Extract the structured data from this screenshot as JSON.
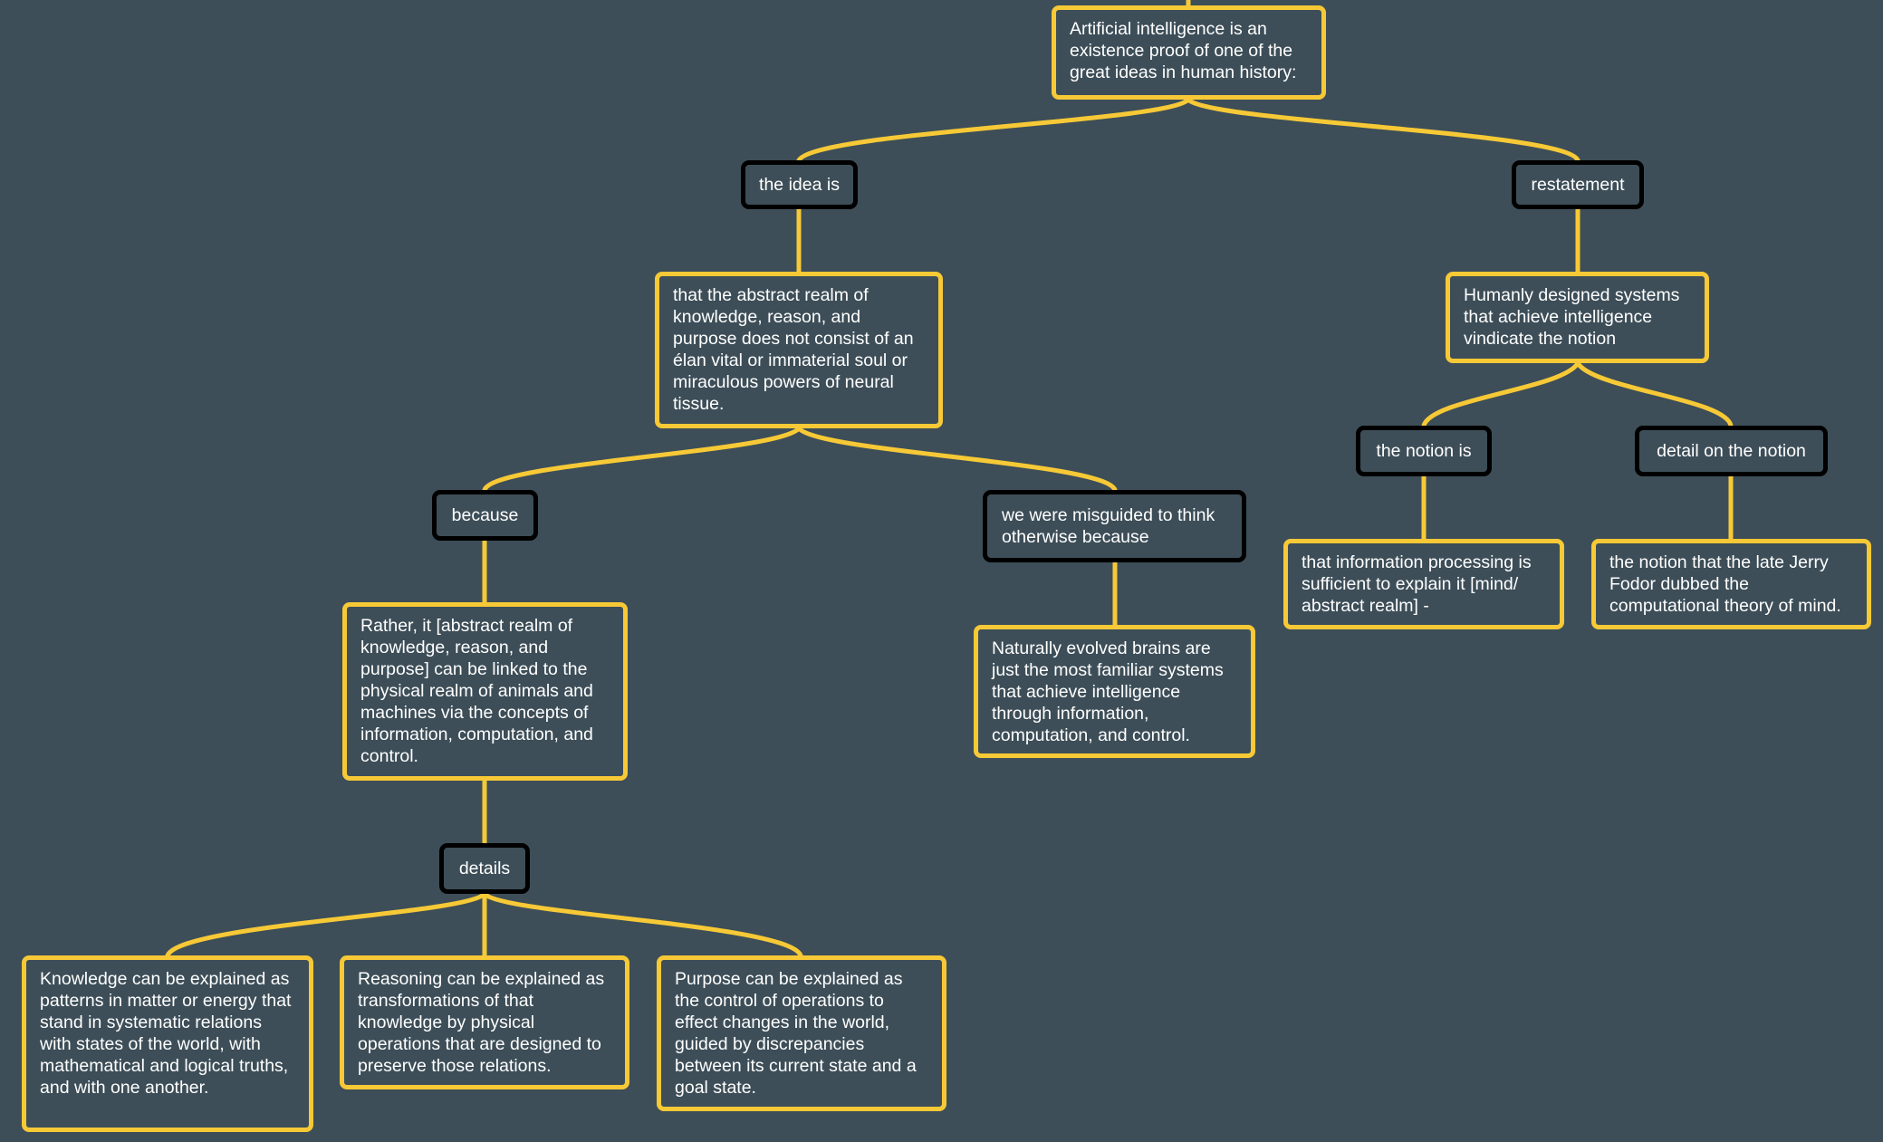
{
  "colors": {
    "background": "#3d4e58",
    "connector": "#f7c936",
    "concept_border": "#f7c936",
    "link_border": "#000000",
    "text": "#ffffff"
  },
  "nodes": {
    "root": "Artificial intelligence is an existence proof of one of the great ideas in human history:",
    "idea_is": "the idea is",
    "restatement": "restatement",
    "abstract_realm": "that the abstract realm of knowledge, reason, and purpose does not consist of an élan vital or immaterial soul or miraculous powers of neural tissue.",
    "humanly_designed": "Humanly designed systems that achieve intelligence vindicate the notion",
    "because": "because",
    "misguided": "we were misguided to think otherwise because",
    "notion_is": "the notion is",
    "detail_notion": "detail on the notion",
    "information_processing": "that information processing is sufficient to explain it [mind/ abstract realm] -",
    "fodor": "the notion that the late Jerry Fodor dubbed the computational theory of mind.",
    "rather": "Rather, it [abstract realm of knowledge, reason, and purpose] can be linked to the physical realm of animals and machines via the concepts of information, computation, and control.",
    "naturally_evolved": "Naturally evolved brains are just the most familiar systems that achieve intelligence through information, computation, and control.",
    "details": "details",
    "knowledge": "Knowledge can be explained as patterns in matter or energy that stand in systematic relations with states of the world, with mathematical and logical truths, and with one another.",
    "reasoning": "Reasoning can be explained as transformations of that knowledge by physical operations that are designed to preserve those relations.",
    "purpose": "Purpose can be explained as the control of operations to effect changes in the world, guided by discrepancies between its current state and a goal state."
  }
}
